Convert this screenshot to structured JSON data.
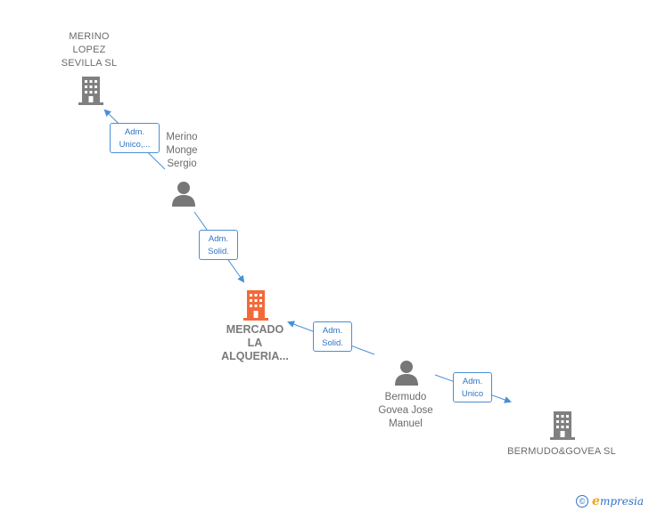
{
  "nodes": {
    "merino_lopez": {
      "name_lines": [
        "MERINO",
        "LOPEZ",
        "SEVILLA  SL"
      ],
      "kind": "company"
    },
    "merino_monge": {
      "name_lines": [
        "Merino",
        "Monge",
        "Sergio"
      ],
      "kind": "person"
    },
    "mercado": {
      "name_lines": [
        "MERCADO",
        "LA",
        "ALQUERIA..."
      ],
      "kind": "company-focus"
    },
    "bermudo_person": {
      "name_lines": [
        "Bermudo",
        "Govea Jose",
        "Manuel"
      ],
      "kind": "person"
    },
    "bermudo_sl": {
      "name_lines": [
        "BERMUDO&GOVEA SL"
      ],
      "kind": "company"
    }
  },
  "relations": [
    {
      "id": "rel1",
      "lines": [
        "Adm.",
        "Unico,..."
      ]
    },
    {
      "id": "rel2",
      "lines": [
        "Adm.",
        "Solid."
      ]
    },
    {
      "id": "rel3",
      "lines": [
        "Adm.",
        "Solid."
      ]
    },
    {
      "id": "rel4",
      "lines": [
        "Adm.",
        "Unico"
      ]
    }
  ],
  "icons": {
    "company": "building-icon",
    "person": "person-icon"
  },
  "colors": {
    "company": "#808080",
    "focus": "#f26a3a",
    "person": "#777777",
    "edge": "#4a8fd6",
    "role_text": "#2f73c6"
  },
  "footer": {
    "copyright_symbol": "©",
    "brand_initial": "e",
    "brand_rest": "mpresia"
  }
}
